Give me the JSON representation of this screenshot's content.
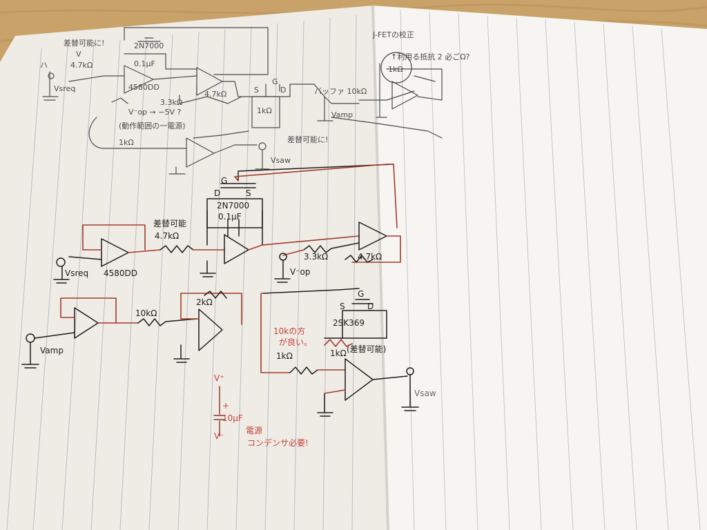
{
  "colors": {
    "table": "#c9a26a",
    "paper": "#f3f1ec",
    "rule": "#b9bcc4",
    "pencil": "#4a4a4a",
    "ink": "#1e1a1a",
    "red_ink": "#a33a2a",
    "red_text": "#c4433a"
  },
  "pencil_notes": {
    "note_gain_top": "差替可能に!",
    "v_ref": "V",
    "r_47k": "4.7kΩ",
    "label_ha": "ハ",
    "vsreq": "Vsreq",
    "cap_top": "0.1μF",
    "jfet_top": "2N7000",
    "opamp_top": "4580DD",
    "r_33k": "3.3kΩ",
    "r_47k_b": "4.7kΩ",
    "vop_note": "V⁻op → −5V ?",
    "range_note": "(動作範囲の一電源)",
    "r_1k": "1kΩ",
    "r_1k_mid": "1kΩ",
    "gs_s": "S",
    "gs_g": "G",
    "gs_d": "D",
    "buffer_10k": "バッファ 10kΩ",
    "vamp": "Vamp",
    "diff_note": "差替可能に!",
    "vsaw": "Vsaw",
    "jfet_title": "J-FETの校正",
    "jfet_question": "↑利用る抵抗 2 必ごΩ?",
    "r_1k_right": "1kΩ"
  },
  "ink_notes": {
    "g": "G",
    "d": "D",
    "s": "S",
    "jfet": "2N7000",
    "cap": "0.1μF",
    "gain_note": "差替可能",
    "r_47k": "4.7kΩ",
    "vsreq": "Vsreq",
    "opamp": "4580DD",
    "r_33k": "3.3kΩ",
    "r_47k_b": "4.7kΩ",
    "vop": "V⁻op",
    "r_10k": "10kΩ",
    "r_2k": "2kΩ",
    "vamp": "Vamp",
    "s2": "S",
    "g2": "G",
    "d2": "D",
    "jfet2": "2SK369",
    "r_1k_a": "1kΩ",
    "r_1k_b": "1kΩ",
    "replace_note": "(差替可能)",
    "vsaw": "Vsaw"
  },
  "red_notes": {
    "note_10k": "10kの方",
    "note_10k_2": "が良い。",
    "v_plus": "V⁺",
    "plus": "+",
    "cap_10u": "10μF",
    "v_minus": "V⁻",
    "power_note": "電源",
    "cap_note": "コンデンサ必要!"
  }
}
